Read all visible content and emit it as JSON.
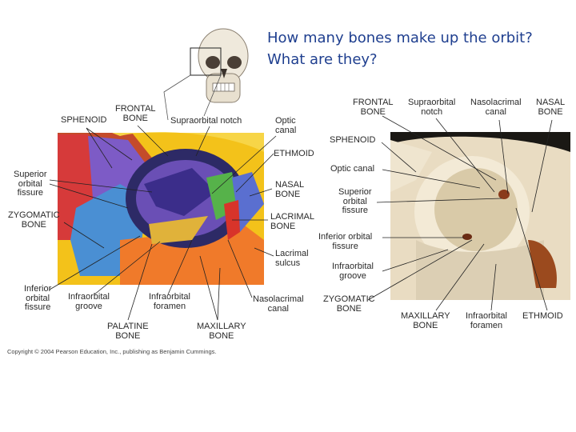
{
  "question": {
    "line1": "How many bones make up the orbit?",
    "line2": "What are they?"
  },
  "left_figure": {
    "labels": {
      "frontal": "FRONTAL\nBONE",
      "sphenoid": "SPHENOID",
      "supraorbital_notch": "Supraorbital notch",
      "optic_canal": "Optic\ncanal",
      "ethmoid": "ETHMOID",
      "superior_orbital_fissure": "Superior\norbital\nfissure",
      "zygomatic": "ZYGOMATIC\nBONE",
      "nasal": "NASAL\nBONE",
      "lacrimal": "LACRIMAL\nBONE",
      "lacrimal_sulcus": "Lacrimal\nsulcus",
      "inferior_orbital_fissure": "Inferior\norbital\nfissure",
      "infraorbital_groove": "Infraorbital\ngroove",
      "infraorbital_foramen": "Infraorbital\nforamen",
      "nasolacrimal_canal": "Nasolacrimal\ncanal",
      "palatine": "PALATINE\nBONE",
      "maxillary": "MAXILLARY\nBONE"
    },
    "copyright": "Copyright © 2004 Pearson Education, Inc., publishing as Benjamin Cummings."
  },
  "right_figure": {
    "labels": {
      "frontal": "FRONTAL\nBONE",
      "supraorbital_notch": "Supraorbital\nnotch",
      "nasolacrimal_canal": "Nasolacrimal\ncanal",
      "nasal": "NASAL\nBONE",
      "sphenoid": "SPHENOID",
      "optic_canal": "Optic canal",
      "superior_orbital_fissure": "Superior\norbital\nfissure",
      "inferior_orbital_fissure": "Inferior orbital\nfissure",
      "infraorbital_groove": "Infraorbital\ngroove",
      "zygomatic": "ZYGOMATIC\nBONE",
      "maxillary": "MAXILLARY\nBONE",
      "infraorbital_foramen": "Infraorbital\nforamen",
      "ethmoid": "ETHMOID"
    }
  },
  "colors": {
    "question_text": "#1f3f8f",
    "frontal": "#f3c21a",
    "sphenoid": "#7d5bc6",
    "zygomatic": "#4a8fd3",
    "maxillary": "#f07a2a",
    "ethmoid": "#56b24a",
    "lacrimal": "#d8342a",
    "palatine": "#e0b23a",
    "nasal": "#5a6fd0",
    "bone_photo": "#e9dcc2"
  }
}
